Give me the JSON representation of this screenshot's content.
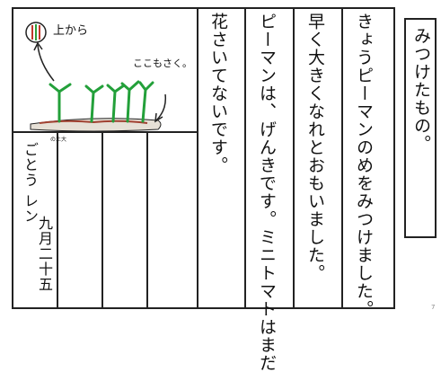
{
  "title": "みつけたもの。",
  "columns": [
    "きょうピーマンのめをみつけました。",
    "早く大きくなれとおもいました。",
    "ピーマンは、げんきです。ミニトマトはまだ",
    "花さいてないです。"
  ],
  "drawing": {
    "label_top": "上から",
    "label_here": "ここもさく。",
    "tiny_label": "の土大"
  },
  "footer": {
    "name": "ごとう レン",
    "date": "九月二十五"
  },
  "page_mark": "7"
}
